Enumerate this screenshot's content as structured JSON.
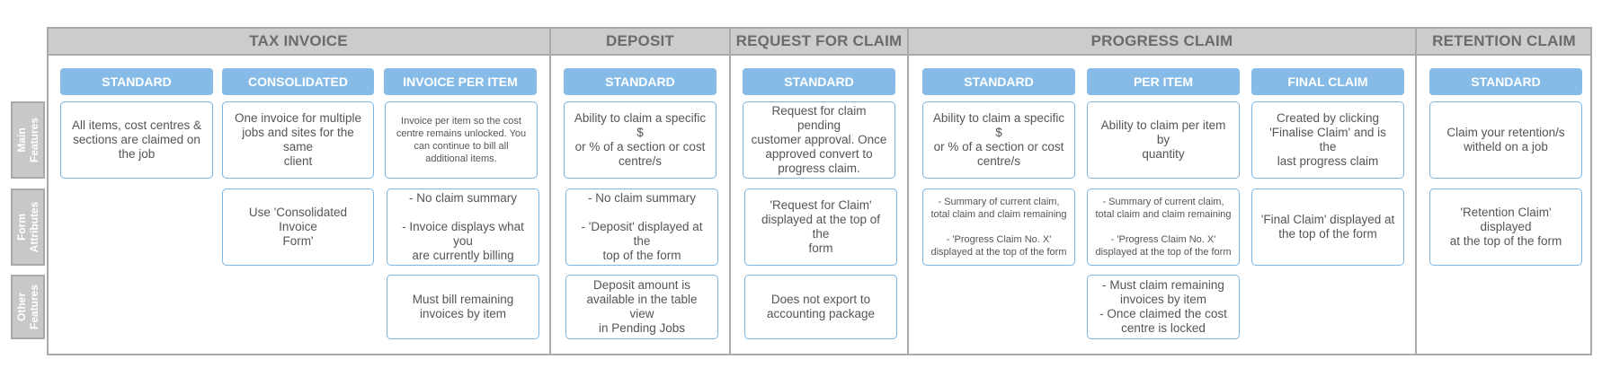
{
  "sections": [
    {
      "title": "TAX INVOICE"
    },
    {
      "title": "DEPOSIT"
    },
    {
      "title": "REQUEST FOR CLAIM"
    },
    {
      "title": "PROGRESS CLAIM"
    },
    {
      "title": "RETENTION CLAIM"
    }
  ],
  "row_labels": {
    "main": "Main\nFeatures",
    "form": "Form\nAttributes",
    "other": "Other\nFeatures"
  },
  "columns": [
    {
      "tab": "STANDARD",
      "main": "All items, cost centres &\nsections are claimed on\nthe job"
    },
    {
      "tab": "CONSOLIDATED",
      "main": "One invoice for multiple\njobs and sites for the same\nclient",
      "form": "Use 'Consolidated Invoice\nForm'"
    },
    {
      "tab": "INVOICE PER ITEM",
      "main": "Invoice per item so the cost\ncentre remains unlocked. You\ncan continue to bill all\nadditional items.",
      "form": "- No claim summary\n\n- Invoice displays what you\nare currently billing",
      "other": "Must bill remaining\ninvoices by item"
    },
    {
      "tab": "STANDARD",
      "main": "Ability to claim a specific $\nor % of a section or cost\ncentre/s",
      "form": "- No claim summary\n\n- 'Deposit' displayed at the\ntop of the form",
      "other": "Deposit amount is\navailable in the table view\nin Pending Jobs"
    },
    {
      "tab": "STANDARD",
      "main": "Request for claim pending\ncustomer approval. Once\napproved convert to\nprogress claim.",
      "form": "'Request for Claim'\ndisplayed at the top of the\nform",
      "other": "Does not export to\naccounting package"
    },
    {
      "tab": "STANDARD",
      "main": "Ability to claim a specific $\nor % of a section or cost\ncentre/s",
      "form": "- Summary of current claim,\ntotal claim and claim remaining\n\n- 'Progress Claim No. X'\ndisplayed at the top of the form"
    },
    {
      "tab": "PER ITEM",
      "main": "Ability to claim per item by\nquantity",
      "form": "- Summary of current claim,\ntotal claim and claim remaining\n\n- 'Progress Claim No. X'\ndisplayed at the top of the form",
      "other": "- Must claim remaining\ninvoices by item\n- Once claimed the cost\ncentre is locked"
    },
    {
      "tab": "FINAL CLAIM",
      "main": "Created by clicking\n'Finalise Claim' and is the\nlast progress claim",
      "form": "'Final Claim' displayed at\nthe top of the form"
    },
    {
      "tab": "STANDARD",
      "main": "Claim your retention/s\nwitheld on a job",
      "form": "'Retention Claim' displayed\nat the top of the form"
    }
  ],
  "colors": {
    "tab": "#85bbe6",
    "card_border": "#7ab5e3",
    "header_band": "#cccccc",
    "row_label": "#c8c8c8",
    "frame": "#a9a9a9"
  }
}
